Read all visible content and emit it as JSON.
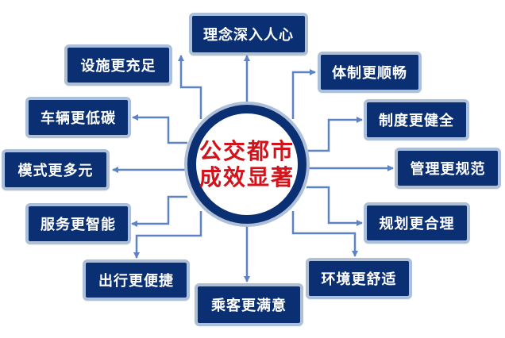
{
  "diagram": {
    "center": {
      "line1": "公交都市",
      "line2": "成效显著"
    },
    "outcomes": [
      {
        "id": "idea",
        "label": "理念深入人心"
      },
      {
        "id": "facilities",
        "label": "设施更充足"
      },
      {
        "id": "system",
        "label": "体制更顺畅"
      },
      {
        "id": "vehicles",
        "label": "车辆更低碳"
      },
      {
        "id": "regulations",
        "label": "制度更健全"
      },
      {
        "id": "modes",
        "label": "模式更多元"
      },
      {
        "id": "management",
        "label": "管理更规范"
      },
      {
        "id": "services",
        "label": "服务更智能"
      },
      {
        "id": "planning",
        "label": "规划更合理"
      },
      {
        "id": "travel",
        "label": "出行更便捷"
      },
      {
        "id": "environment",
        "label": "环境更舒适"
      },
      {
        "id": "passengers",
        "label": "乘客更满意"
      }
    ]
  },
  "colors": {
    "node_fill": "#0b2f73",
    "node_border": "#aebfd8",
    "connector": "#5d83c5",
    "center_text": "#d3131c"
  }
}
